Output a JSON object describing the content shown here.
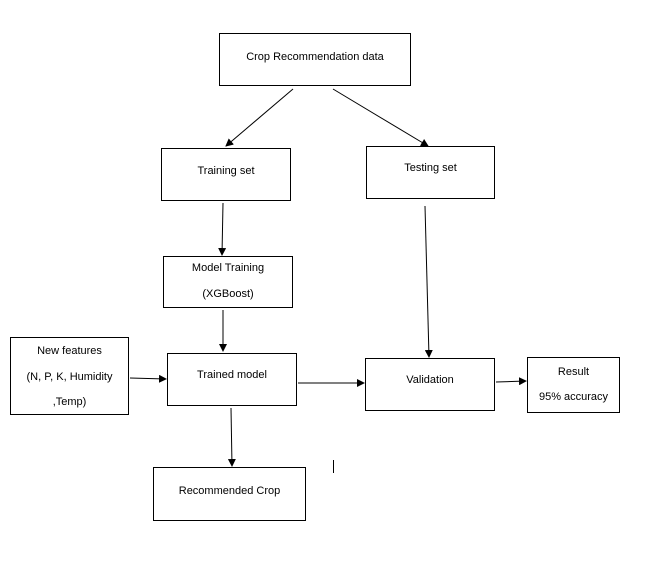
{
  "nodes": {
    "crop_data": {
      "label": "Crop Recommendation data"
    },
    "training_set": {
      "label": "Training set"
    },
    "testing_set": {
      "label": "Testing set"
    },
    "model_training": {
      "line1": "Model Training",
      "line2": "(XGBoost)"
    },
    "new_features": {
      "line1": "New features",
      "line2": "(N, P, K, Humidity",
      "line3": ",Temp)"
    },
    "trained_model": {
      "label": "Trained model"
    },
    "validation": {
      "label": "Validation"
    },
    "result": {
      "line1": "Result",
      "line2": "95% accuracy"
    },
    "recommended_crop": {
      "label": "Recommended Crop"
    }
  },
  "edges": [
    {
      "from": "crop_data",
      "to": "training_set"
    },
    {
      "from": "crop_data",
      "to": "testing_set"
    },
    {
      "from": "training_set",
      "to": "model_training"
    },
    {
      "from": "model_training",
      "to": "trained_model"
    },
    {
      "from": "new_features",
      "to": "trained_model"
    },
    {
      "from": "trained_model",
      "to": "validation"
    },
    {
      "from": "testing_set",
      "to": "validation"
    },
    {
      "from": "validation",
      "to": "result"
    },
    {
      "from": "trained_model",
      "to": "recommended_crop"
    }
  ]
}
